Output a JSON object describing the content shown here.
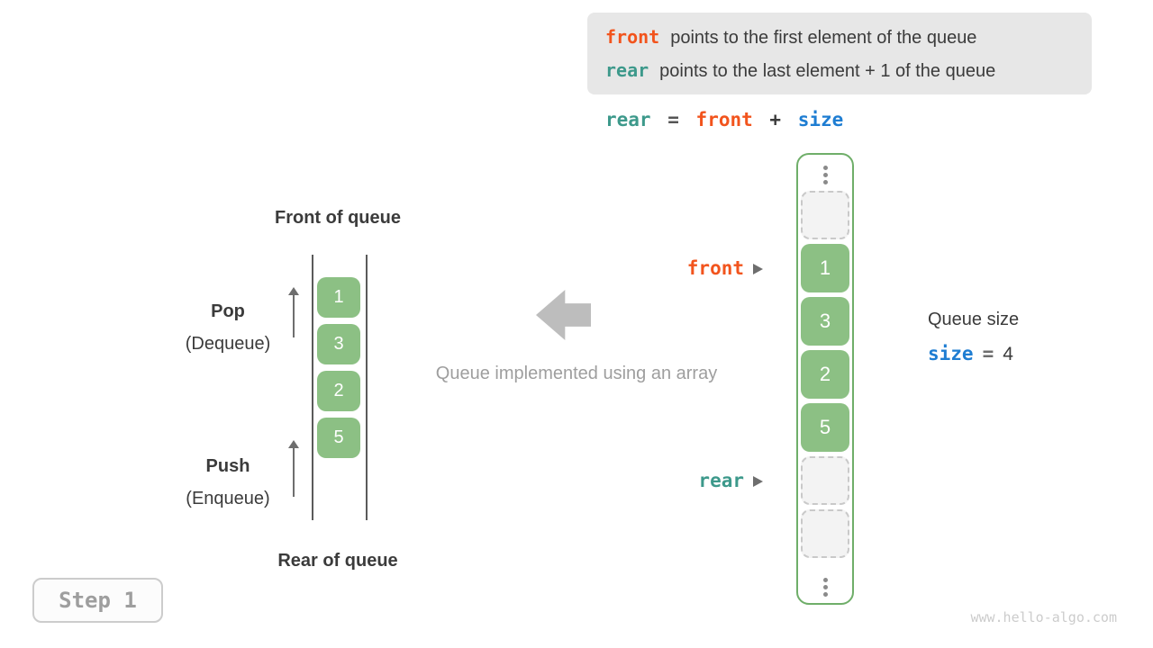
{
  "colors": {
    "orange": "#F2541D",
    "teal": "#3D998B",
    "blue": "#1E7DD2",
    "green": "#8CC084",
    "green_border": "#6FAE69",
    "note_bg": "#E7E7E7",
    "dark": "#3B3B3B",
    "gray_text": "#9E9E9E",
    "arrow_gray": "#BDBDBD"
  },
  "note": {
    "line1_keyword": "front",
    "line1_text": "points to the first element of the queue",
    "line2_keyword": "rear",
    "line2_text": "points to the last element + 1 of the queue"
  },
  "formula": {
    "lhs": "rear",
    "eq": "=",
    "operand1": "front",
    "plus": "+",
    "operand2": "size"
  },
  "left_queue": {
    "front_heading": "Front of queue",
    "rear_heading": "Rear of queue",
    "pop_label": "Pop",
    "pop_sub": "(Dequeue)",
    "push_label": "Push",
    "push_sub": "(Enqueue)",
    "values": [
      "1",
      "3",
      "2",
      "5"
    ]
  },
  "center": {
    "caption": "Queue implemented using an array"
  },
  "array": {
    "cells": [
      {
        "type": "ellipsis"
      },
      {
        "type": "empty"
      },
      {
        "type": "value",
        "value": "1",
        "pointer": "front"
      },
      {
        "type": "value",
        "value": "3"
      },
      {
        "type": "value",
        "value": "2"
      },
      {
        "type": "value",
        "value": "5"
      },
      {
        "type": "empty",
        "pointer": "rear"
      },
      {
        "type": "empty"
      },
      {
        "type": "ellipsis"
      }
    ],
    "front_pointer_label": "front",
    "rear_pointer_label": "rear"
  },
  "size_info": {
    "title": "Queue size",
    "variable": "size",
    "eq": "=",
    "value": "4"
  },
  "step": {
    "label": "Step 1"
  },
  "watermark": "www.hello-algo.com"
}
